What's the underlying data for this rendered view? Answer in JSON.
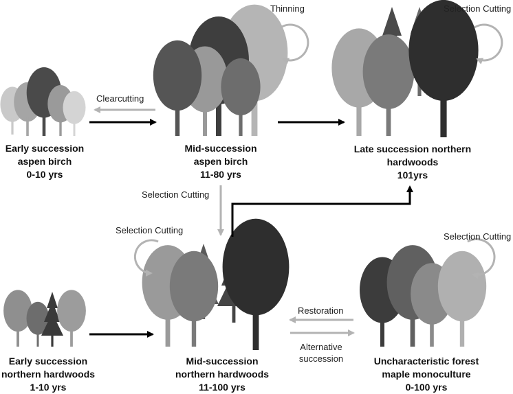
{
  "stages": {
    "early_aspen": {
      "line1": "Early succession",
      "line2": "aspen birch",
      "line3": "0-10 yrs"
    },
    "mid_aspen": {
      "line1": "Mid-succession",
      "line2": "aspen birch",
      "line3": "11-80 yrs"
    },
    "late_northern": {
      "line1": "Late succession northern",
      "line2": "hardwoods",
      "line3": "101yrs"
    },
    "early_northern": {
      "line1": "Early succession",
      "line2": "northern hardwoods",
      "line3": "1-10 yrs"
    },
    "mid_northern": {
      "line1": "Mid-succession",
      "line2": "northern hardwoods",
      "line3": "11-100 yrs"
    },
    "uncharacteristic": {
      "line1": "Uncharacteristic forest",
      "line2": "maple monoculture",
      "line3": "0-100 yrs"
    }
  },
  "transitions": {
    "thinning": "Thinning",
    "selection_cutting_late": "Selection Cutting",
    "clearcutting": "Clearcutting",
    "selection_cutting_down": "Selection Cutting",
    "selection_cutting_mid": "Selection Cutting",
    "selection_cutting_maple": "Selection Cutting",
    "restoration": "Restoration",
    "alternative_line1": "Alternative",
    "alternative_line2": "succession"
  },
  "colors": {
    "black_arrow": "#000000",
    "grey_arrow": "#b3b3b3",
    "tree_dark": "#3a3a3a",
    "tree_mid": "#7a7a7a",
    "tree_light": "#b8b8b8"
  }
}
